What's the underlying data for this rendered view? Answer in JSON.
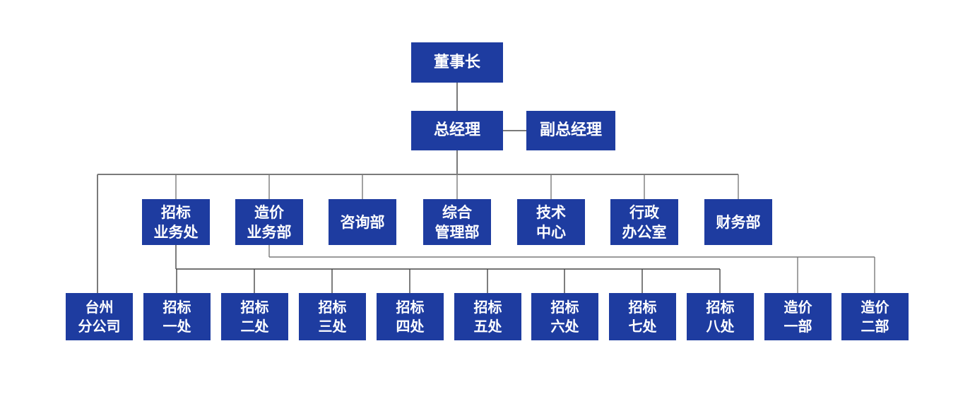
{
  "colors": {
    "node_fill": "#1e3ca0",
    "node_text": "#ffffff",
    "connector": "#7a7a7a",
    "connector_dark": "#474747",
    "page_bg": "#ffffff"
  },
  "org_chart": {
    "nodes": {
      "chairman": {
        "label": "董事长"
      },
      "general_manager": {
        "label": "总经理"
      },
      "deputy_general_manager": {
        "label": "副总经理"
      },
      "bidding_business_office": {
        "label": "招标\n业务处"
      },
      "cost_business_dept": {
        "label": "造价\n业务部"
      },
      "consulting_dept": {
        "label": "咨询部"
      },
      "general_management_dept": {
        "label": "综合\n管理部"
      },
      "technology_center": {
        "label": "技术\n中心"
      },
      "administrative_office": {
        "label": "行政\n办公室"
      },
      "finance_dept": {
        "label": "财务部"
      },
      "taizhou_branch": {
        "label": "台州\n分公司"
      },
      "bidding_office_1": {
        "label": "招标\n一处"
      },
      "bidding_office_2": {
        "label": "招标\n二处"
      },
      "bidding_office_3": {
        "label": "招标\n三处"
      },
      "bidding_office_4": {
        "label": "招标\n四处"
      },
      "bidding_office_5": {
        "label": "招标\n五处"
      },
      "bidding_office_6": {
        "label": "招标\n六处"
      },
      "bidding_office_7": {
        "label": "招标\n七处"
      },
      "bidding_office_8": {
        "label": "招标\n八处"
      },
      "cost_dept_1": {
        "label": "造价\n一部"
      },
      "cost_dept_2": {
        "label": "造价\n二部"
      }
    },
    "edges": [
      {
        "parent": "chairman",
        "children": [
          "general_manager"
        ]
      },
      {
        "parent": "general_manager",
        "children": [
          "deputy_general_manager"
        ],
        "type": "lateral"
      },
      {
        "parent": "general_manager",
        "children": [
          "taizhou_branch",
          "bidding_business_office",
          "cost_business_dept",
          "consulting_dept",
          "general_management_dept",
          "technology_center",
          "administrative_office",
          "finance_dept"
        ]
      },
      {
        "parent": "bidding_business_office",
        "children": [
          "bidding_office_1",
          "bidding_office_2",
          "bidding_office_3",
          "bidding_office_4",
          "bidding_office_5",
          "bidding_office_6",
          "bidding_office_7",
          "bidding_office_8"
        ]
      },
      {
        "parent": "cost_business_dept",
        "children": [
          "cost_dept_1",
          "cost_dept_2"
        ]
      }
    ]
  }
}
